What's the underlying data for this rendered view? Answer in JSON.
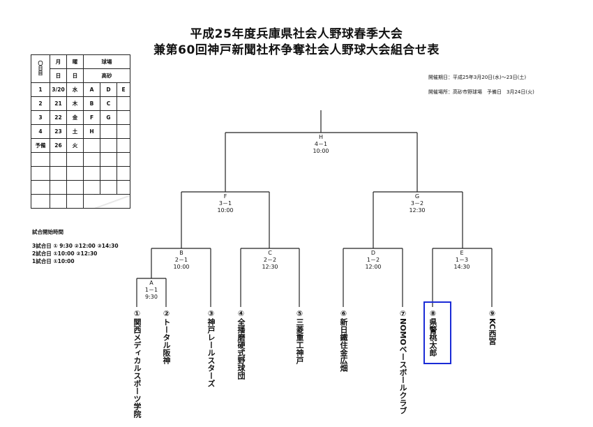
{
  "title": {
    "line1": "平成25年度兵庫県社会人野球春季大会",
    "line2": "兼第60回神戸新聞社杯争奪社会人野球大会組合せ表"
  },
  "info": {
    "period": "開催期日：平成25年3月20日(水)～23日(土)",
    "venue": "開催場所：高砂市野球場　予備日　3月24日(火)"
  },
  "schedule": {
    "header": {
      "day_no": "〇日目",
      "month": "月",
      "date_l": "日",
      "weekday": "曜",
      "weekday2": "日",
      "venue": "球場",
      "venue_name": "高砂"
    },
    "rows": [
      {
        "day": "1",
        "date": "3/20",
        "wd": "水",
        "g1": "A",
        "g2": "D",
        "g3": "E"
      },
      {
        "day": "2",
        "date": "21",
        "wd": "木",
        "g1": "B",
        "g2": "C",
        "g3": ""
      },
      {
        "day": "3",
        "date": "22",
        "wd": "金",
        "g1": "F",
        "g2": "G",
        "g3": ""
      },
      {
        "day": "4",
        "date": "23",
        "wd": "土",
        "g1": "H",
        "g2": "",
        "g3": ""
      },
      {
        "day": "予備",
        "date": "26",
        "wd": "火",
        "g1": "",
        "g2": "",
        "g3": ""
      }
    ]
  },
  "notes": {
    "heading": "試合開始時間",
    "line1": "3試合日 ① 9:30 ②12:00 ③14:30",
    "line2": "2試合日 ①10:00 ②12:30",
    "line3": "1試合日 ①10:00"
  },
  "matches": {
    "H": {
      "code": "H",
      "num": "4－1",
      "time": "10:00"
    },
    "F": {
      "code": "F",
      "num": "3－1",
      "time": "10:00"
    },
    "G": {
      "code": "G",
      "num": "3－2",
      "time": "12:30"
    },
    "B": {
      "code": "B",
      "num": "2－1",
      "time": "10:00"
    },
    "C": {
      "code": "C",
      "num": "2－2",
      "time": "12:30"
    },
    "D": {
      "code": "D",
      "num": "1－2",
      "time": "12:00"
    },
    "E": {
      "code": "E",
      "num": "1－3",
      "time": "14:30"
    },
    "A": {
      "code": "A",
      "num": "1－1",
      "time": "9:30"
    }
  },
  "teams": [
    "①関西メディカルスポーツ学院",
    "②トータル阪神",
    "③神戸レールスターズ",
    "④全播磨硬式野球団",
    "⑤三菱重工神戸",
    "⑥新日鐵住金広畑",
    "⑦NOMOベースボールクラブ",
    "⑧県警桃太郎",
    "⑨KC西宮"
  ]
}
